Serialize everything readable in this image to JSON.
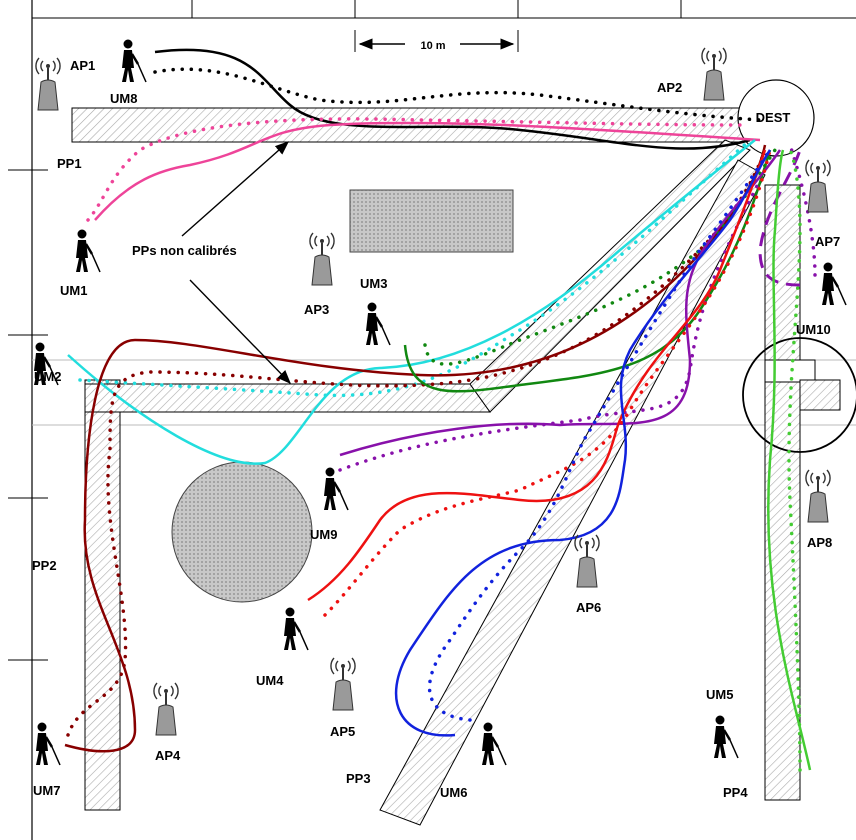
{
  "scale_label": "10 m",
  "dest_label": "DEST",
  "annotation": "PPs non calibrés",
  "access_points": [
    "AP1",
    "AP2",
    "AP3",
    "AP4",
    "AP5",
    "AP6",
    "AP7",
    "AP8"
  ],
  "mobile_users": [
    "UM1",
    "UM2",
    "UM3",
    "UM4",
    "UM5",
    "UM6",
    "UM7",
    "UM8",
    "UM9",
    "UM10"
  ],
  "passages": [
    "PP1",
    "PP2",
    "PP3",
    "PP4"
  ],
  "colors": {
    "black": "#000000",
    "pink": "#ee4499",
    "cyan": "#22dddd",
    "darkred": "#880000",
    "green": "#118811",
    "purple": "#8811aa",
    "red": "#ee1111",
    "blue": "#1122dd",
    "lightgreen": "#44cc33",
    "hatch": "#999999",
    "obstacle": "#bbbbbb"
  },
  "icons": {
    "access_point": "wifi-antenna-icon",
    "user": "blind-pedestrian-icon"
  }
}
